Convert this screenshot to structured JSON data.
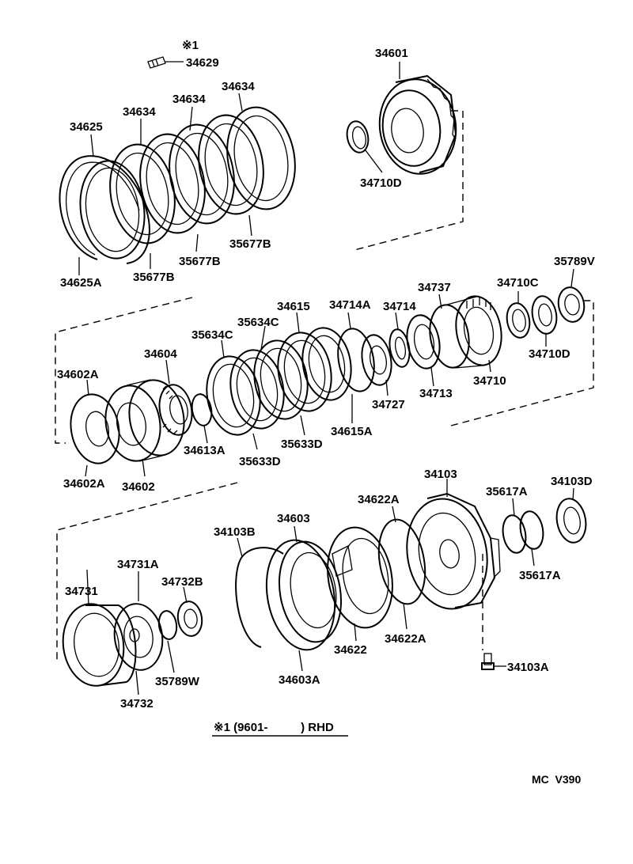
{
  "note_marker": "※1",
  "footnote": {
    "text": "※1 (9601-          ) RHD"
  },
  "diagram_code": "MC  V390",
  "labels": {
    "p34629": "34629",
    "p34601": "34601",
    "p34634a": "34634",
    "p34634b": "34634",
    "p34634c": "34634",
    "p34625": "34625",
    "p34710D_top": "34710D",
    "p35677B_a": "35677B",
    "p35677B_b": "35677B",
    "p35677B_c": "35677B",
    "p34625A": "34625A",
    "p35789V": "35789V",
    "p34737": "34737",
    "p34710C": "34710C",
    "p34615": "34615",
    "p34714A": "34714A",
    "p34714": "34714",
    "p35634C_a": "35634C",
    "p35634C_b": "35634C",
    "p34710D_mid": "34710D",
    "p34604": "34604",
    "p34602A_top": "34602A",
    "p34710": "34710",
    "p34727": "34727",
    "p34713": "34713",
    "p34615A": "34615A",
    "p34613A": "34613A",
    "p35633D_a": "35633D",
    "p35633D_b": "35633D",
    "p34602A_bot": "34602A",
    "p34602": "34602",
    "p34103": "34103",
    "p34103D": "34103D",
    "p34622A_top": "34622A",
    "p35617A_top": "35617A",
    "p34603": "34603",
    "p34103B": "34103B",
    "p35617A_bot": "35617A",
    "p34731A": "34731A",
    "p34732B": "34732B",
    "p34731": "34731",
    "p34622A_bot": "34622A",
    "p34622": "34622",
    "p34103A": "34103A",
    "p35789W": "35789W",
    "p34603A": "34603A",
    "p34732": "34732"
  }
}
